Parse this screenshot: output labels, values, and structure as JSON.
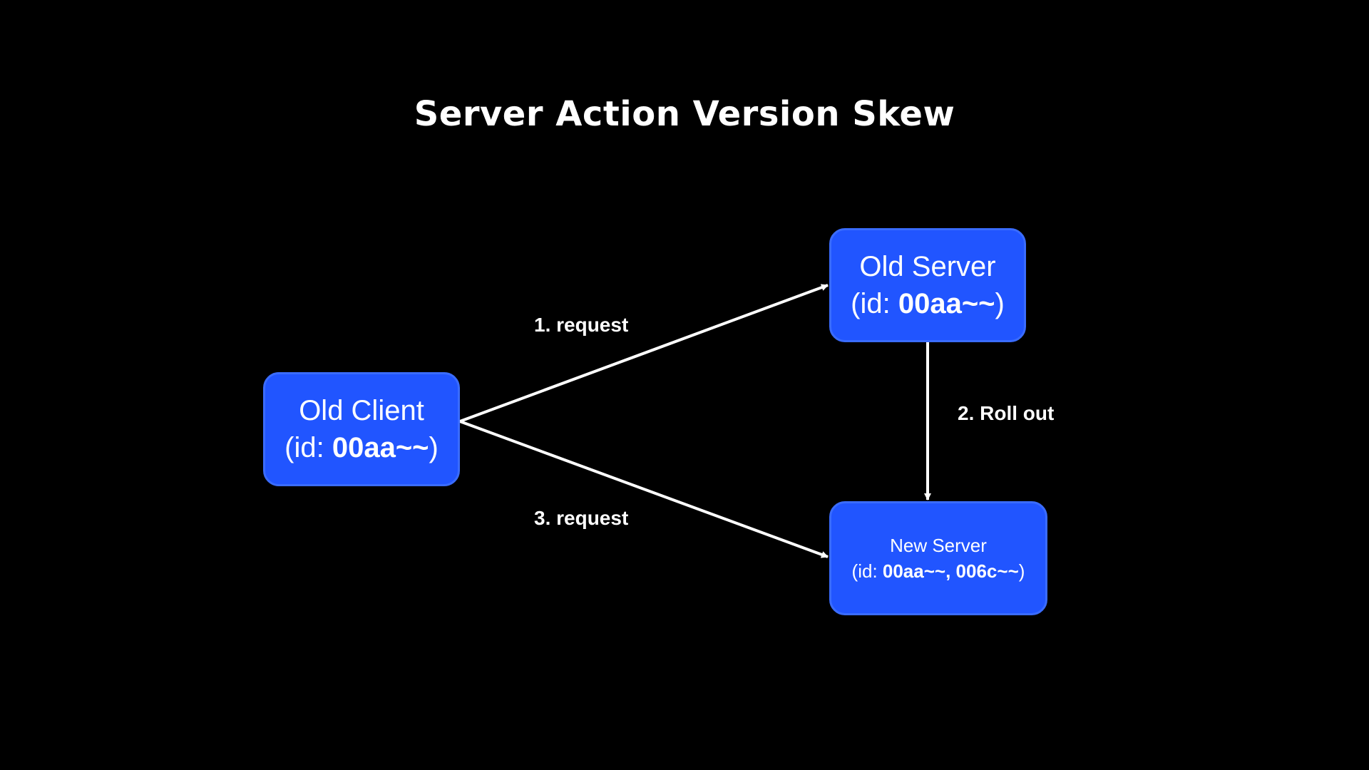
{
  "colors": {
    "background": "#000000",
    "node_fill": "#2155ff",
    "node_border": "#3a6cff",
    "text": "#ffffff",
    "edge": "#ffffff"
  },
  "title": "Server Action Version Skew",
  "nodes": {
    "old_client": {
      "name": "Old Client",
      "id_prefix": "(id: ",
      "ids": "00aa~~",
      "id_suffix": ")"
    },
    "old_server": {
      "name": "Old Server",
      "id_prefix": "(id: ",
      "ids": "00aa~~",
      "id_suffix": ")"
    },
    "new_server": {
      "name": "New Server",
      "id_prefix": "(id: ",
      "ids": "00aa~~, 006c~~",
      "id_suffix": ")"
    }
  },
  "edges": [
    {
      "from": "old_client",
      "to": "old_server",
      "label": "1. request"
    },
    {
      "from": "old_server",
      "to": "new_server",
      "label": "2. Roll out"
    },
    {
      "from": "old_client",
      "to": "new_server",
      "label": "3. request"
    }
  ]
}
